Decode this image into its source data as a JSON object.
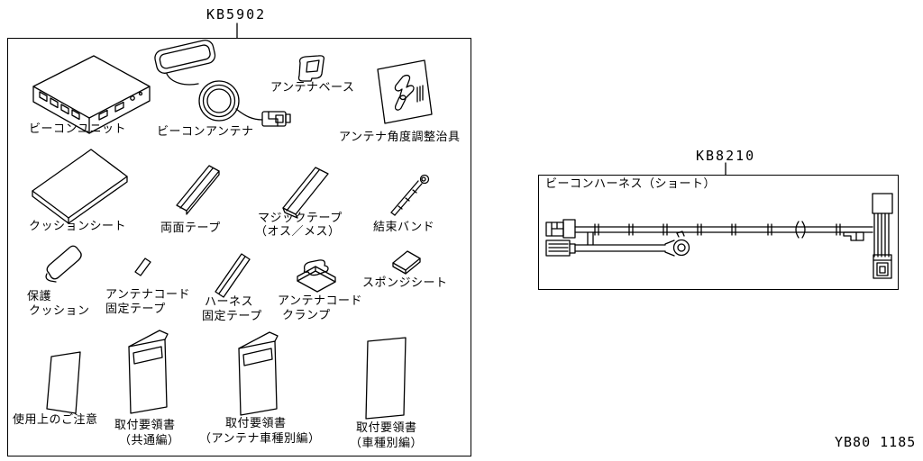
{
  "colors": {
    "line": "#000000",
    "background": "#ffffff"
  },
  "footer": {
    "code": "YB80 1185"
  },
  "kb5902": {
    "code": "KB5902",
    "items": [
      {
        "id": "beacon-unit",
        "lines": [
          "ビーコンユニット"
        ]
      },
      {
        "id": "beacon-antenna",
        "lines": [
          "ビーコンアンテナ"
        ]
      },
      {
        "id": "antenna-base",
        "lines": [
          "アンテナベース"
        ]
      },
      {
        "id": "antenna-angle-jig",
        "lines": [
          "アンテナ角度調整治具"
        ]
      },
      {
        "id": "cushion-sheet",
        "lines": [
          "クッションシート"
        ]
      },
      {
        "id": "double-sided-tape",
        "lines": [
          "両面テープ"
        ]
      },
      {
        "id": "magic-tape",
        "lines": [
          "マジックテープ",
          "（オス／メス）"
        ]
      },
      {
        "id": "cable-tie",
        "lines": [
          "結束バンド"
        ]
      },
      {
        "id": "protective-cushion",
        "lines": [
          "保護",
          "クッション"
        ]
      },
      {
        "id": "antenna-cord-fixing-tape",
        "lines": [
          "アンテナコード",
          "固定テープ"
        ]
      },
      {
        "id": "harness-fixing-tape",
        "lines": [
          "ハーネス",
          "固定テープ"
        ]
      },
      {
        "id": "antenna-cord-clamp",
        "lines": [
          "アンテナコード",
          "クランプ"
        ]
      },
      {
        "id": "sponge-sheet",
        "lines": [
          "スポンジシート"
        ]
      },
      {
        "id": "usage-precautions",
        "lines": [
          "使用上のご注意"
        ]
      },
      {
        "id": "manual-common",
        "lines": [
          "取付要領書",
          "（共通編）"
        ]
      },
      {
        "id": "manual-antenna-vehicle",
        "lines": [
          "取付要領書",
          "（アンテナ車種別編）"
        ]
      },
      {
        "id": "manual-vehicle",
        "lines": [
          "取付要領書",
          "（車種別編）"
        ]
      }
    ]
  },
  "kb8210": {
    "code": "KB8210",
    "label": "ビーコンハーネス（ショート）"
  }
}
